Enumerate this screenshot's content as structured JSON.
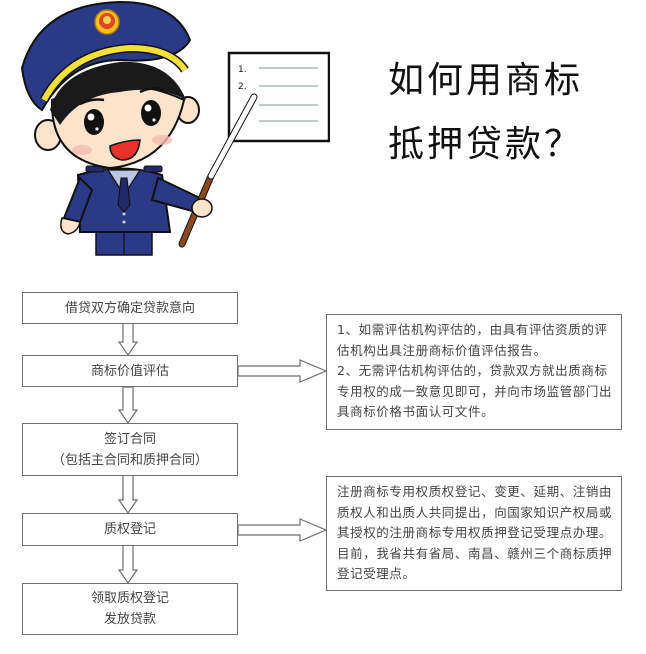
{
  "header": {
    "title_line1": "如何用商标",
    "title_line2": "抵押贷款？",
    "illustration": {
      "subject": "cartoon police officer pointing at a checklist board",
      "board_items": [
        "1.",
        "2."
      ]
    }
  },
  "flowchart": {
    "steps": [
      {
        "label": "借贷双方确定贷款意向",
        "sublabel": ""
      },
      {
        "label": "商标价值评估",
        "sublabel": ""
      },
      {
        "label": "签订合同",
        "sublabel": "（包括主合同和质押合同）"
      },
      {
        "label": "质权登记",
        "sublabel": ""
      },
      {
        "label": "领取质权登记",
        "sublabel": "发放贷款"
      }
    ],
    "notes": [
      {
        "attached_to_step": 2,
        "lines": [
          "1、如需评估机构评估的，由具有评估资质的评估机构出具注册商标价值评估报告。",
          "2、无需评估机构评估的，贷款双方就出质商标专用权的成一致意见即可，并向市场监管部门出具商标价格书面认可文件。"
        ]
      },
      {
        "attached_to_step": 4,
        "lines": [
          "注册商标专用权质权登记、变更、延期、注销由质权人和出质人共同提出，向国家知识产权局或其授权的注册商标专用权质押登记受理点办理。目前，我省共有省局、南昌、赣州三个商标质押登记受理点。"
        ]
      }
    ]
  },
  "colors": {
    "uniform_blue": "#2b3a86",
    "cap_band_yellow": "#f2e03a",
    "badge_red": "#e0442a",
    "skin": "#fbe3cc",
    "pointer_brown": "#8a4a1e",
    "box_border": "#6f6f6f",
    "text": "#444444"
  }
}
